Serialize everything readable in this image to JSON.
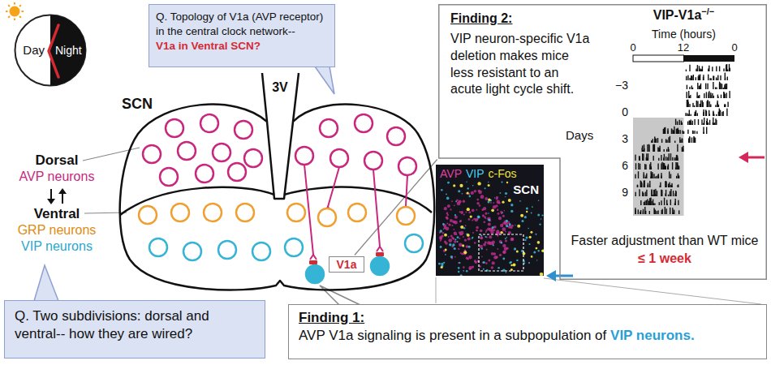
{
  "diagram": {
    "nodes": [
      {
        "text": [
          "Day",
          "Night"
        ]
      },
      {
        "text": [
          "Q. Topology of V1a (AVP receptor) in the central clock network--",
          "V1a in Ventral SCN?"
        ]
      },
      {
        "text": [
          "Finding 2:",
          "VIP neuron-specific V1a deletion makes mice less resistant to an acute light cycle shift."
        ]
      },
      {
        "text": [
          "SCN"
        ]
      },
      {
        "text": [
          "V1a"
        ],
        "in": 3
      },
      {
        "text": [
          "AVP",
          "VIP",
          "c-Fos",
          "SCN"
        ]
      },
      {
        "text": [
          "Q. Two subdivisions: dorsal and ventral-- how they are wired?"
        ]
      },
      {
        "text": [
          "Finding 1:",
          "AVP V1a signaling is present in a subpopulation of",
          "VIP neurons."
        ]
      }
    ],
    "edges": [
      {
        "from": 2,
        "to": 4,
        "arrow": "none"
      }
    ],
    "labels": [
      "Dorsal",
      "AVP neurons",
      "Ventral",
      "GRP neurons",
      "VIP neurons",
      "3V",
      "VIP-V1a",
      "−/−",
      "Time (hours)",
      "0",
      "12",
      "0",
      "Days",
      "−3",
      "0",
      "3",
      "6",
      "9",
      "Faster adjustment than WT mice",
      "≤ 1 week"
    ]
  }
}
